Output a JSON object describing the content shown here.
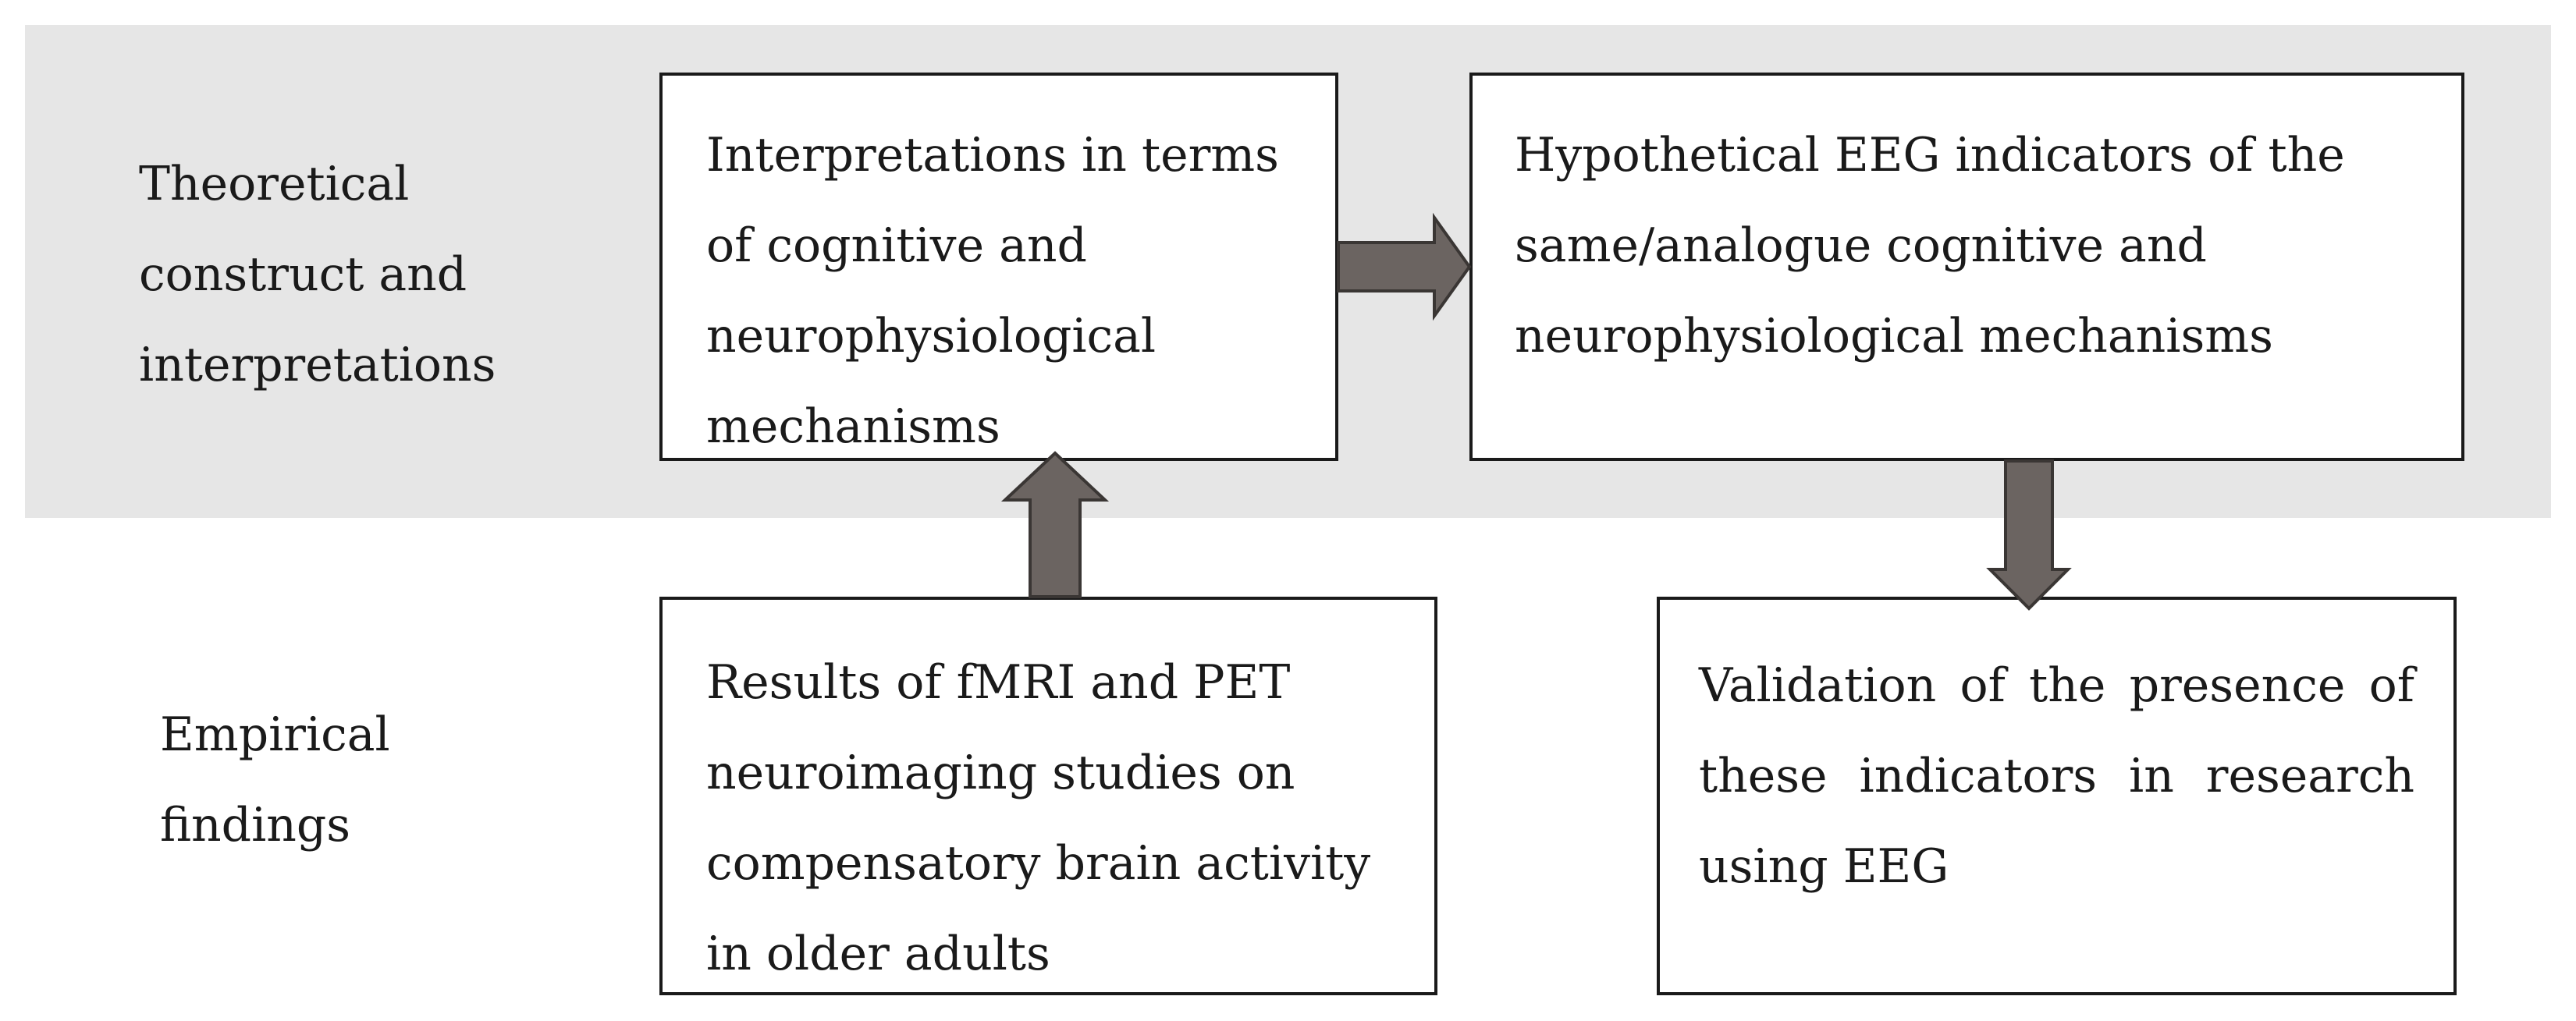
{
  "row_labels": {
    "theoretical": [
      "Theoretical",
      "construct and",
      "interpretations"
    ],
    "empirical": [
      "Empirical",
      "findings"
    ]
  },
  "boxes": {
    "interpretations": [
      "Interpretations in terms",
      "of cognitive and",
      "neurophysiological",
      "mechanisms"
    ],
    "hypothetical": [
      "Hypothetical EEG indicators of the",
      "same/analogue cognitive and",
      "neurophysiological mechanisms"
    ],
    "results": [
      "Results of fMRI and PET",
      "neuroimaging studies on",
      "compensatory brain activity",
      "in older adults"
    ],
    "validation": [
      "Validation of the presence of",
      "these indicators in research",
      "using EEG"
    ]
  },
  "colors": {
    "band": "#e6e6e6",
    "arrow_fill": "#6b6461",
    "border": "#1a1a1a"
  }
}
